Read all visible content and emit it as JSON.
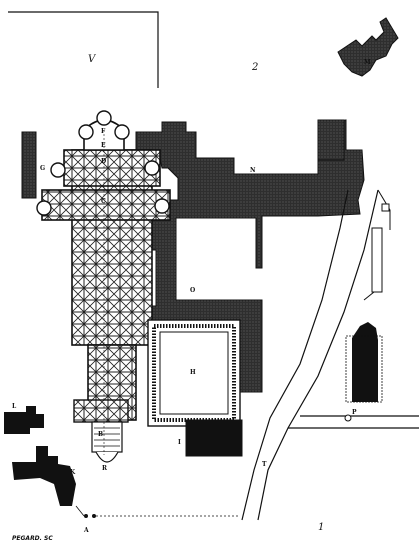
{
  "plan": {
    "labels": {
      "V": "V",
      "two": "2",
      "M": "M",
      "N": "N",
      "G": "G",
      "F_apse": "F",
      "E": "E",
      "D": "D",
      "C": "C",
      "O": "O",
      "H": "H",
      "I": "I",
      "P": "P",
      "L": "L",
      "K": "K",
      "B": "B",
      "R": "R",
      "T": "T",
      "A": "A",
      "corner": "1"
    },
    "credit": "PEGARD. SC"
  },
  "colors": {
    "ink": "#1c1c1c",
    "hatch": "#3a3a3a",
    "paper": "#ffffff"
  }
}
